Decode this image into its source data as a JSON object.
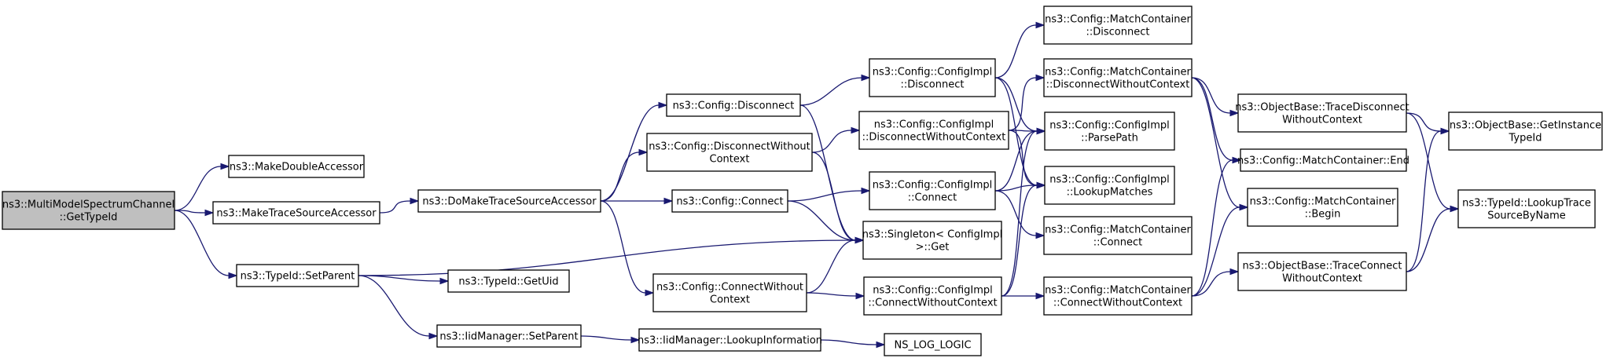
{
  "graph": {
    "edge_color": "#191970",
    "root_fill": "#bfbfbf",
    "nodes": [
      {
        "id": "root",
        "lines": [
          "ns3::MultiModelSpectrumChannel",
          "::GetTypeId"
        ],
        "root": true
      },
      {
        "id": "makeDouble",
        "lines": [
          "ns3::MakeDoubleAccessor"
        ]
      },
      {
        "id": "makeTrace",
        "lines": [
          "ns3::MakeTraceSourceAccessor"
        ]
      },
      {
        "id": "setParent",
        "lines": [
          "ns3::TypeId::SetParent"
        ]
      },
      {
        "id": "doMake",
        "lines": [
          "ns3::DoMakeTraceSourceAccessor"
        ]
      },
      {
        "id": "getUid",
        "lines": [
          "ns3::TypeId::GetUid"
        ]
      },
      {
        "id": "iidSetParent",
        "lines": [
          "ns3::IidManager::SetParent"
        ]
      },
      {
        "id": "cfgDisconnect",
        "lines": [
          "ns3::Config::Disconnect"
        ]
      },
      {
        "id": "cfgDisconnectWC",
        "lines": [
          "ns3::Config::DisconnectWithout",
          "Context"
        ]
      },
      {
        "id": "cfgConnect",
        "lines": [
          "ns3::Config::Connect"
        ]
      },
      {
        "id": "cfgConnectWC",
        "lines": [
          "ns3::Config::ConnectWithout",
          "Context"
        ]
      },
      {
        "id": "lookupInfo",
        "lines": [
          "ns3::IidManager::LookupInformation"
        ]
      },
      {
        "id": "implDisconnect",
        "lines": [
          "ns3::Config::ConfigImpl",
          "::Disconnect"
        ]
      },
      {
        "id": "implDisconnectWC",
        "lines": [
          "ns3::Config::ConfigImpl",
          "::DisconnectWithoutContext"
        ]
      },
      {
        "id": "implConnect",
        "lines": [
          "ns3::Config::ConfigImpl",
          "::Connect"
        ]
      },
      {
        "id": "singletonGet",
        "lines": [
          "ns3::Singleton< ConfigImpl",
          ">::Get"
        ]
      },
      {
        "id": "implConnectWC",
        "lines": [
          "ns3::Config::ConfigImpl",
          "::ConnectWithoutContext"
        ]
      },
      {
        "id": "nsLogLogic",
        "lines": [
          "NS_LOG_LOGIC"
        ]
      },
      {
        "id": "mcDisconnect",
        "lines": [
          "ns3::Config::MatchContainer",
          "::Disconnect"
        ]
      },
      {
        "id": "mcDisconnectWC",
        "lines": [
          "ns3::Config::MatchContainer",
          "::DisconnectWithoutContext"
        ]
      },
      {
        "id": "parsePath",
        "lines": [
          "ns3::Config::ConfigImpl",
          "::ParsePath"
        ]
      },
      {
        "id": "lookupMatches",
        "lines": [
          "ns3::Config::ConfigImpl",
          "::LookupMatches"
        ]
      },
      {
        "id": "mcConnect",
        "lines": [
          "ns3::Config::MatchContainer",
          "::Connect"
        ]
      },
      {
        "id": "mcConnectWC",
        "lines": [
          "ns3::Config::MatchContainer",
          "::ConnectWithoutContext"
        ]
      },
      {
        "id": "obTraceDisconnectWC",
        "lines": [
          "ns3::ObjectBase::TraceDisconnect",
          "WithoutContext"
        ]
      },
      {
        "id": "mcEnd",
        "lines": [
          "ns3::Config::MatchContainer::End"
        ]
      },
      {
        "id": "mcBegin",
        "lines": [
          "ns3::Config::MatchContainer",
          "::Begin"
        ]
      },
      {
        "id": "obTraceConnectWC",
        "lines": [
          "ns3::ObjectBase::TraceConnect",
          "WithoutContext"
        ]
      },
      {
        "id": "obGetInstanceTypeId",
        "lines": [
          "ns3::ObjectBase::GetInstance",
          "TypeId"
        ]
      },
      {
        "id": "lookupTraceSource",
        "lines": [
          "ns3::TypeId::LookupTrace",
          "SourceByName"
        ]
      }
    ]
  }
}
